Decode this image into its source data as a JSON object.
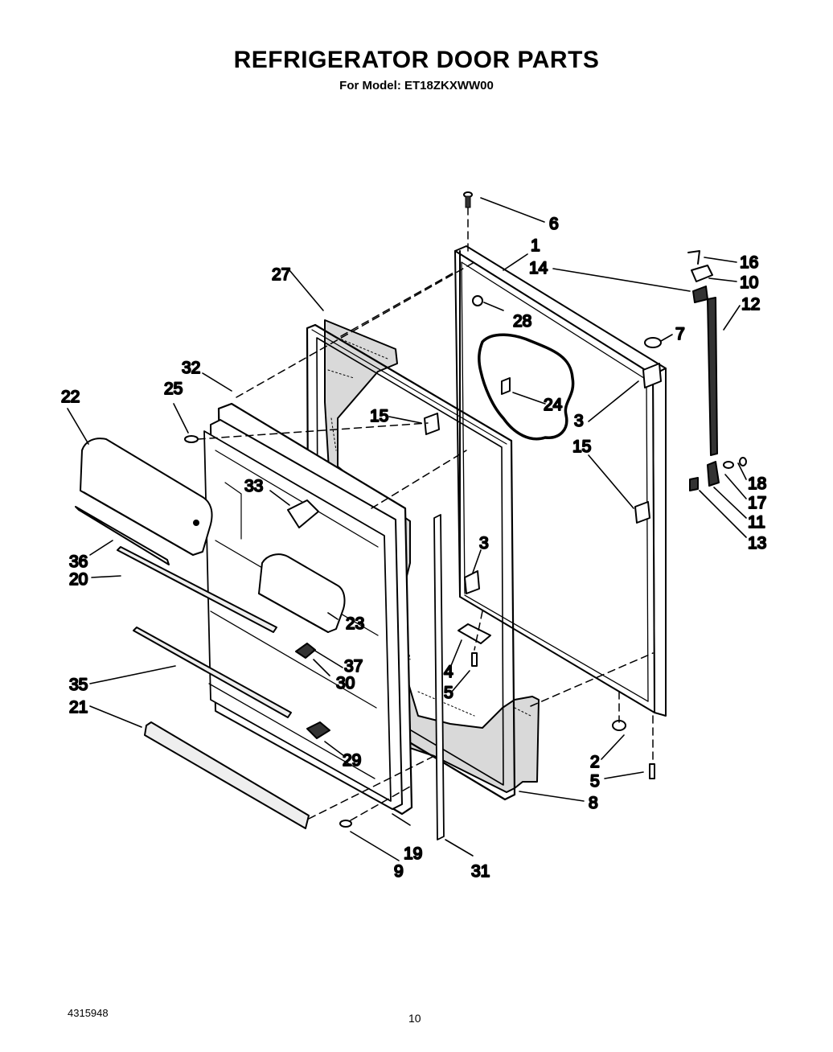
{
  "header": {
    "title": "REFRIGERATOR DOOR PARTS",
    "subtitle": "For Model: ET18ZKXWW00"
  },
  "footer": {
    "doc_number": "4315948",
    "page_number": "10"
  },
  "callouts": {
    "c1": "1",
    "c2": "2",
    "c3a": "3",
    "c3b": "3",
    "c4": "4",
    "c5a": "5",
    "c5b": "5",
    "c6": "6",
    "c7": "7",
    "c8": "8",
    "c9": "9",
    "c10": "10",
    "c11": "11",
    "c12": "12",
    "c13": "13",
    "c14": "14",
    "c15a": "15",
    "c15b": "15",
    "c16": "16",
    "c17": "17",
    "c18": "18",
    "c19": "19",
    "c20": "20",
    "c21": "21",
    "c22": "22",
    "c23": "23",
    "c24": "24",
    "c25": "25",
    "c27": "27",
    "c28": "28",
    "c29": "29",
    "c30": "30",
    "c31": "31",
    "c32": "32",
    "c33": "33",
    "c35": "35",
    "c36": "36",
    "c37": "37"
  }
}
